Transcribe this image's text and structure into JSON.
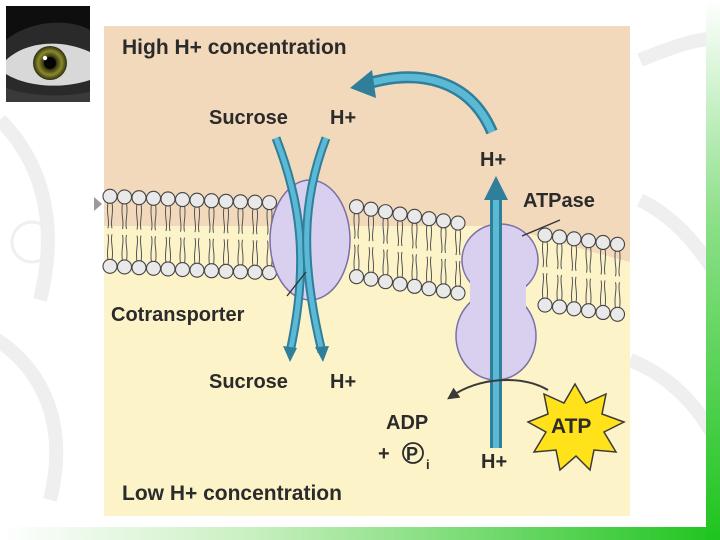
{
  "diagram": {
    "top_region_label": "High H+ concentration",
    "bottom_region_label": "Low H+ concentration",
    "cotransporter": {
      "label": "Cotransporter",
      "top_left_label": "Sucrose",
      "top_right_label": "H+",
      "bottom_left_label": "Sucrose",
      "bottom_right_label": "H+"
    },
    "atpase": {
      "label": "ATPase",
      "top_label": "H+",
      "bottom_label": "H+",
      "atp_label": "ATP",
      "adp_label": "ADP",
      "pi_label": "P",
      "pi_subscript": "i",
      "plus": "+"
    }
  },
  "colors": {
    "top_region": "#f2d9bb",
    "bottom_region": "#fdf3c9",
    "membrane_head": "#e9e9e9",
    "protein": "#d9cfee",
    "arrow": "#4aa8c8",
    "atp_star": "#ffe21a",
    "slide_accent_green": "#2fcc2f"
  },
  "icons": {
    "photo": "eye-photo",
    "bullet": "bullet-arrow-icon"
  }
}
